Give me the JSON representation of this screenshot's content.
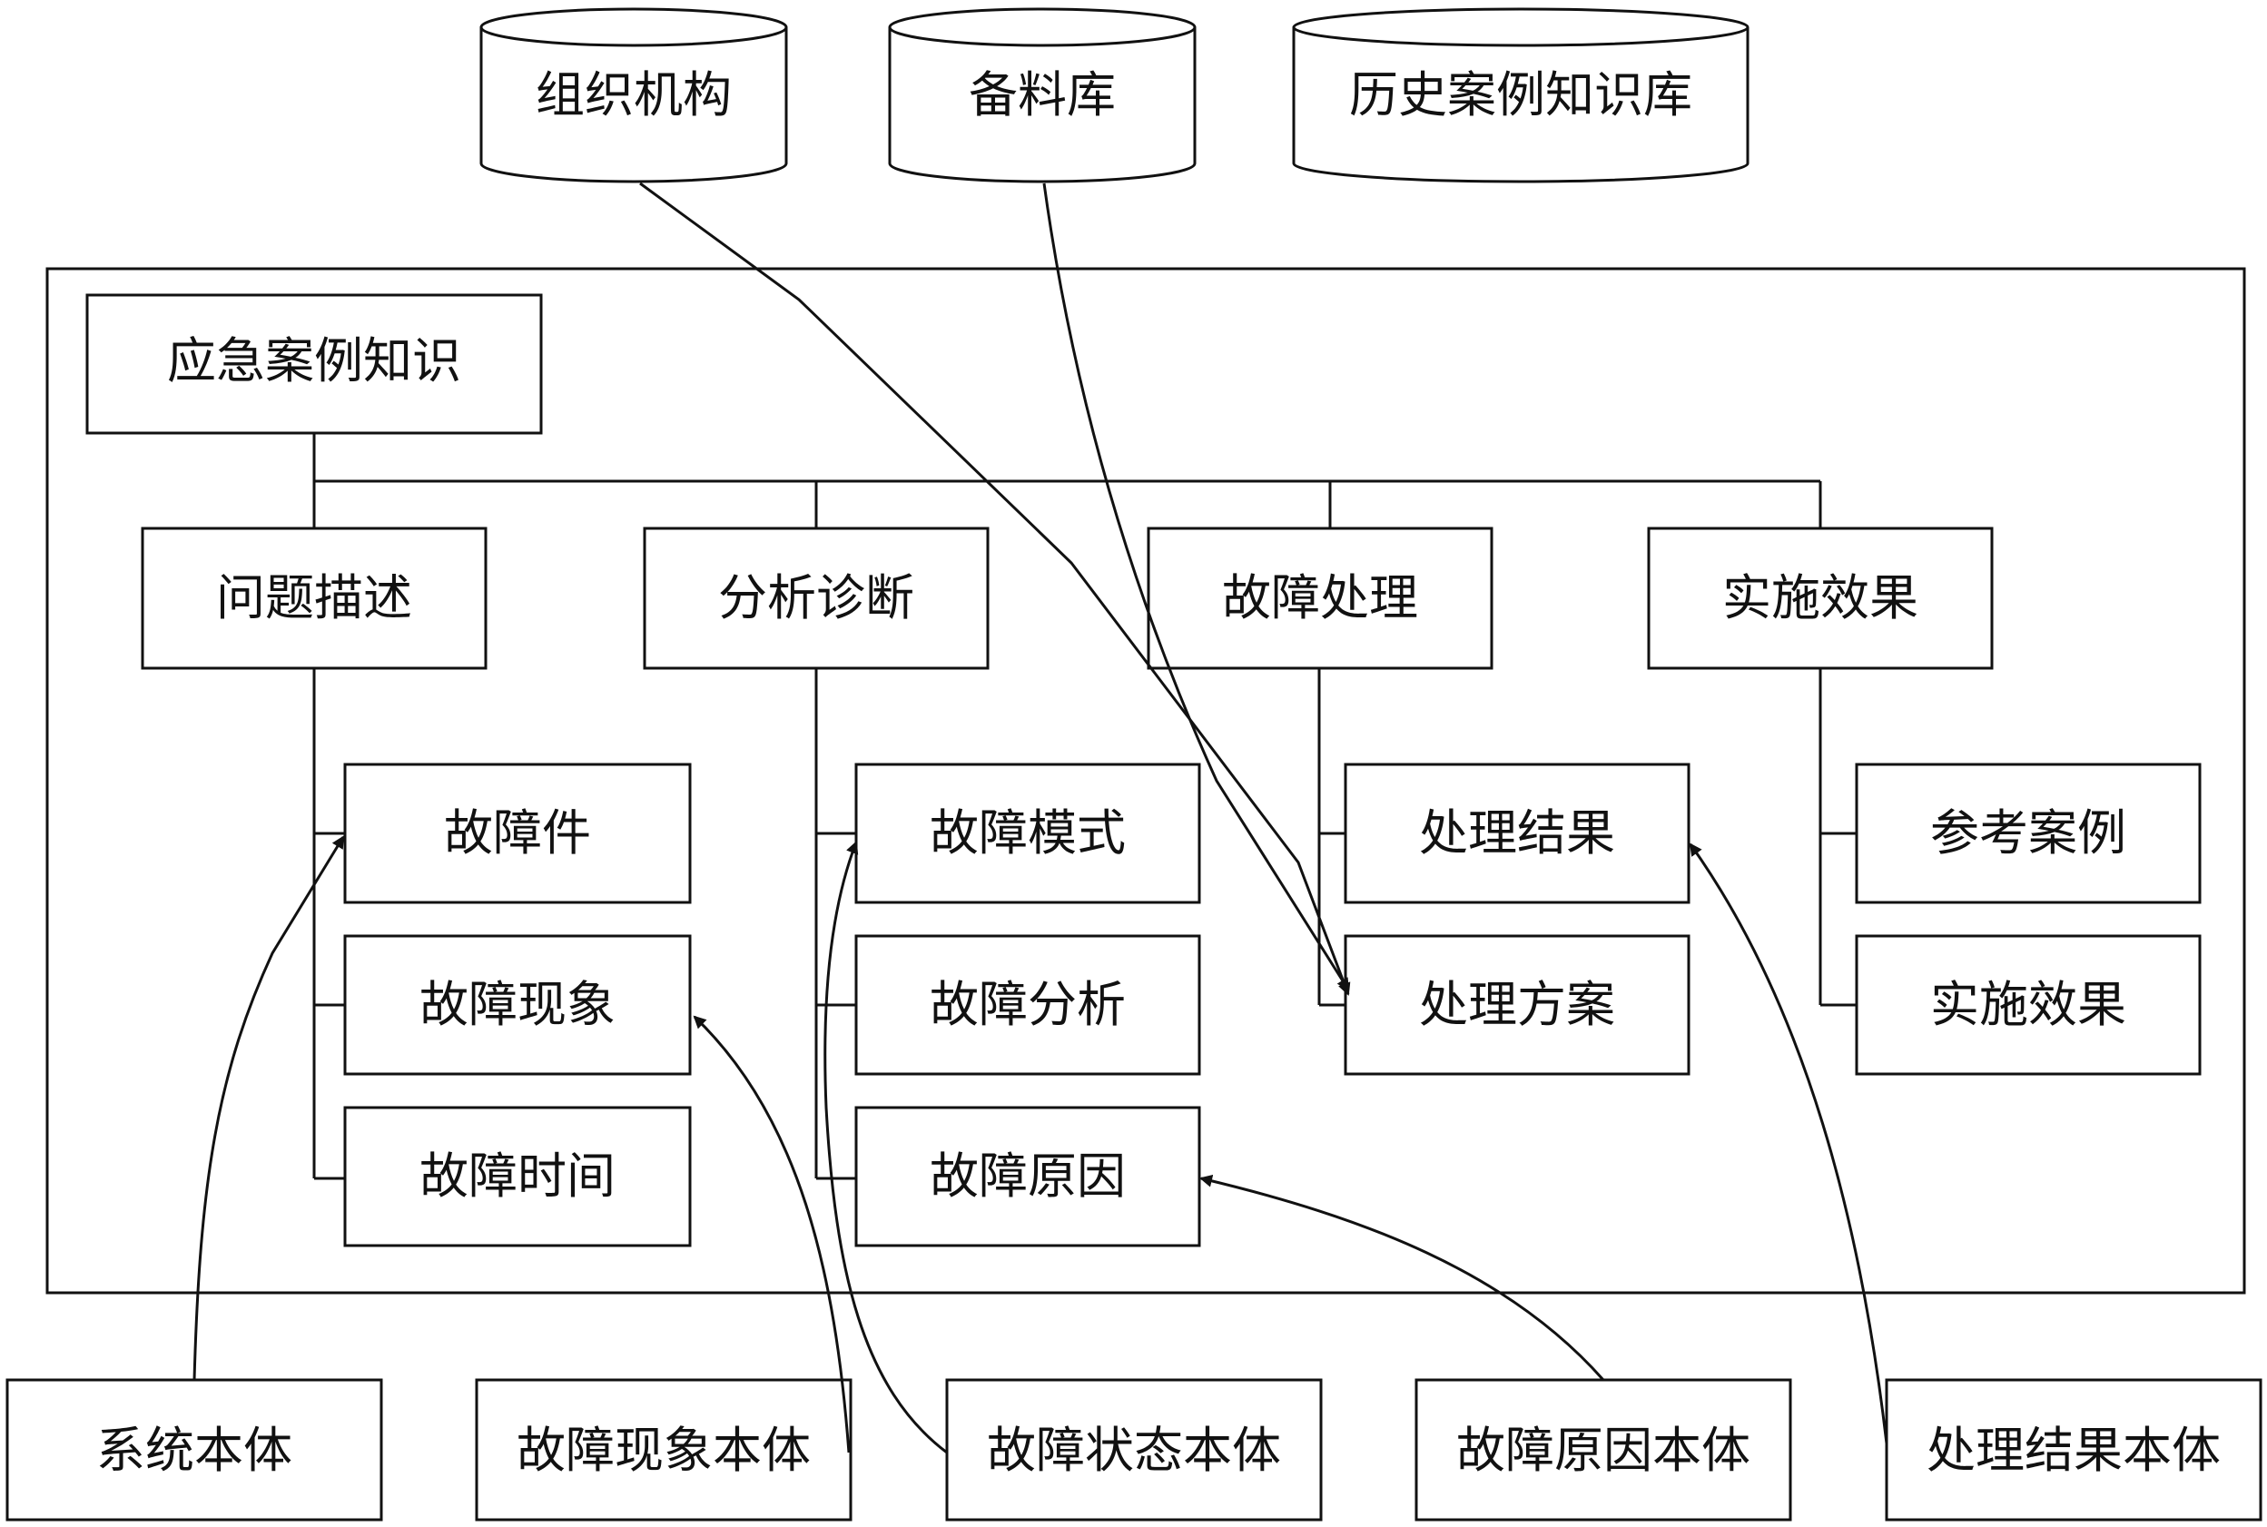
{
  "databases": [
    {
      "label": "组织机构"
    },
    {
      "label": "备料库"
    },
    {
      "label": "历史案例知识库"
    }
  ],
  "root": {
    "label": "应急案例知识"
  },
  "categories": [
    {
      "label": "问题描述",
      "children": [
        "故障件",
        "故障现象",
        "故障时间"
      ]
    },
    {
      "label": "分析诊断",
      "children": [
        "故障模式",
        "故障分析",
        "故障原因"
      ]
    },
    {
      "label": "故障处理",
      "children": [
        "处理结果",
        "处理方案"
      ]
    },
    {
      "label": "实施效果",
      "children": [
        "参考案例",
        "实施效果"
      ]
    }
  ],
  "ontologies": [
    {
      "label": "系统本体"
    },
    {
      "label": "故障现象本体"
    },
    {
      "label": "故障状态本体"
    },
    {
      "label": "故障原因本体"
    },
    {
      "label": "处理结果本体"
    }
  ]
}
